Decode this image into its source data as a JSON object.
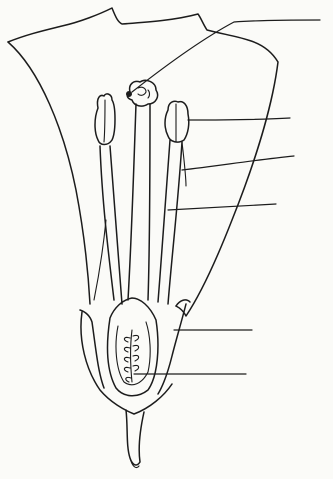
{
  "diagram": {
    "parts": [
      "petal",
      "stigma",
      "anther",
      "filament",
      "style",
      "sepal",
      "ovary",
      "ovule",
      "receptacle",
      "pedicel"
    ],
    "label_lines_count": 6
  },
  "colors": {
    "ink": "#1c1c1c",
    "paper": "#fbfbf8"
  }
}
